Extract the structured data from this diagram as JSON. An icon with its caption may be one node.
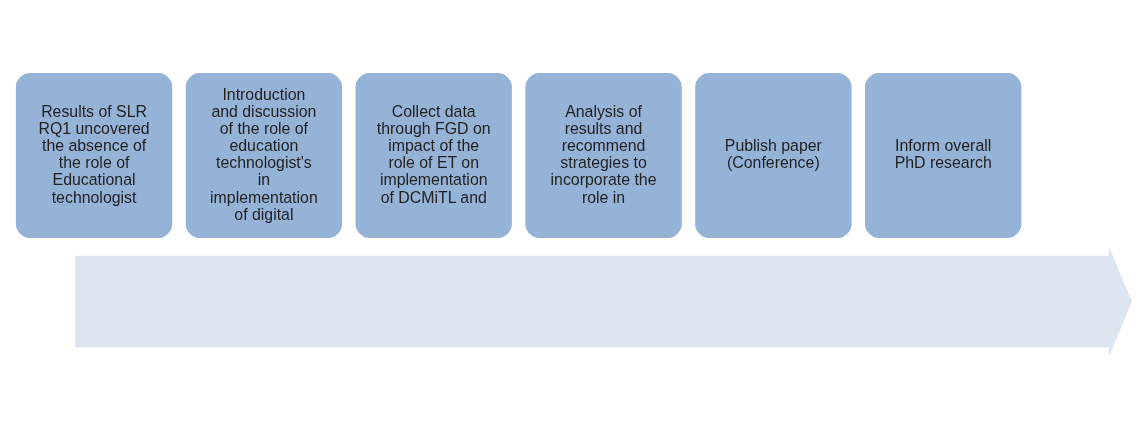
{
  "diagram": {
    "nodes": [
      {
        "text": [],
        "shape": "arrow"
      },
      {
        "text": [
          "Results of SLR RQ1 uncovered the absence of the role of Educational technologist"
        ]
      },
      {
        "text": [
          "Introduction and discussion of the role of education technologist's in implementation of digital"
        ]
      },
      {
        "text": [
          "Collect data through FGD on impact of the role of ET on implementation of DCMiTL and"
        ]
      },
      {
        "text": [
          "Analysis of results and recommend strategies to incorporate the role in"
        ]
      },
      {
        "text": [
          "Publish paper (Conference)"
        ]
      },
      {
        "text": [
          "Inform overall PhD research"
        ]
      }
    ]
  }
}
